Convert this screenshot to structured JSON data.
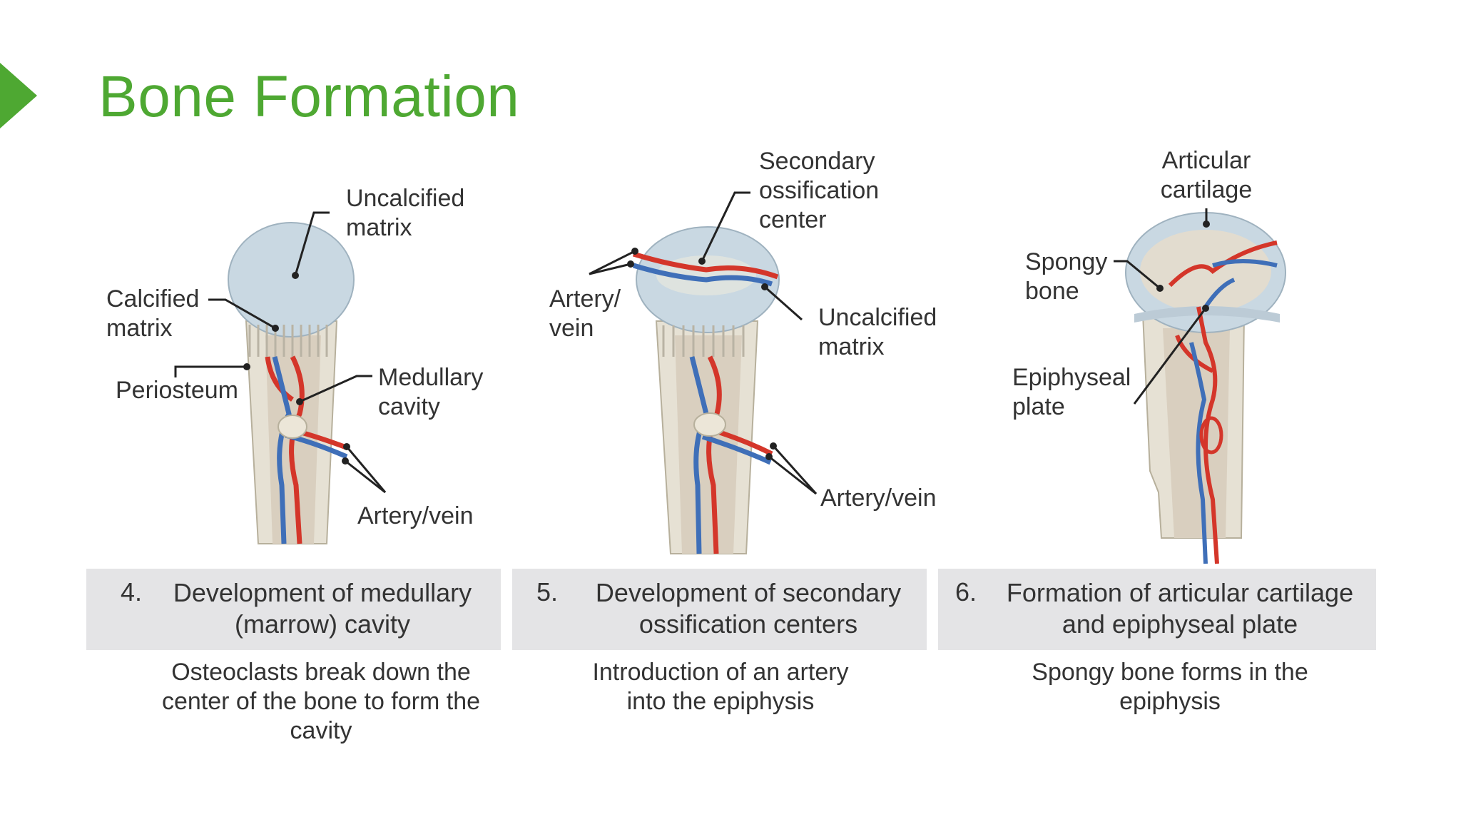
{
  "slide": {
    "title": "Bone Formation",
    "accent_color": "#4ea832"
  },
  "diagram": {
    "panel1": {
      "labels": {
        "uncalcified_matrix_1": "Uncalcified",
        "uncalcified_matrix_2": "matrix",
        "calcified_matrix_1": "Calcified",
        "calcified_matrix_2": "matrix",
        "periosteum": "Periosteum",
        "medullary_cavity_1": "Medullary",
        "medullary_cavity_2": "cavity",
        "artery_vein": "Artery/vein"
      }
    },
    "panel2": {
      "labels": {
        "secondary_1": "Secondary",
        "secondary_2": "ossification",
        "secondary_3": "center",
        "artery_vein_1": "Artery/",
        "artery_vein_2": "vein",
        "uncalcified_matrix_1": "Uncalcified",
        "uncalcified_matrix_2": "matrix",
        "artery_vein": "Artery/vein"
      }
    },
    "panel3": {
      "labels": {
        "articular_1": "Articular",
        "articular_2": "cartilage",
        "spongy_1": "Spongy",
        "spongy_2": "bone",
        "epiphyseal_1": "Epiphyseal",
        "epiphyseal_2": "plate"
      }
    },
    "colors": {
      "artery": "#d4362a",
      "vein": "#3f6fb8",
      "cartilage": "#c9d8e2",
      "bone": "#e6e1d4"
    }
  },
  "captions": [
    {
      "number": "4.",
      "line1": "Development of medullary",
      "line2": "(marrow) cavity",
      "desc1": "Osteoclasts break down the",
      "desc2": "center of the bone to form the",
      "desc3": "cavity"
    },
    {
      "number": "5.",
      "line1": "Development of secondary",
      "line2": "ossification centers",
      "desc1": "Introduction of an artery",
      "desc2": "into the epiphysis",
      "desc3": ""
    },
    {
      "number": "6.",
      "line1": "Formation of articular cartilage",
      "line2": "and epiphyseal plate",
      "desc1": "Spongy bone forms in the",
      "desc2": "epiphysis",
      "desc3": ""
    }
  ]
}
